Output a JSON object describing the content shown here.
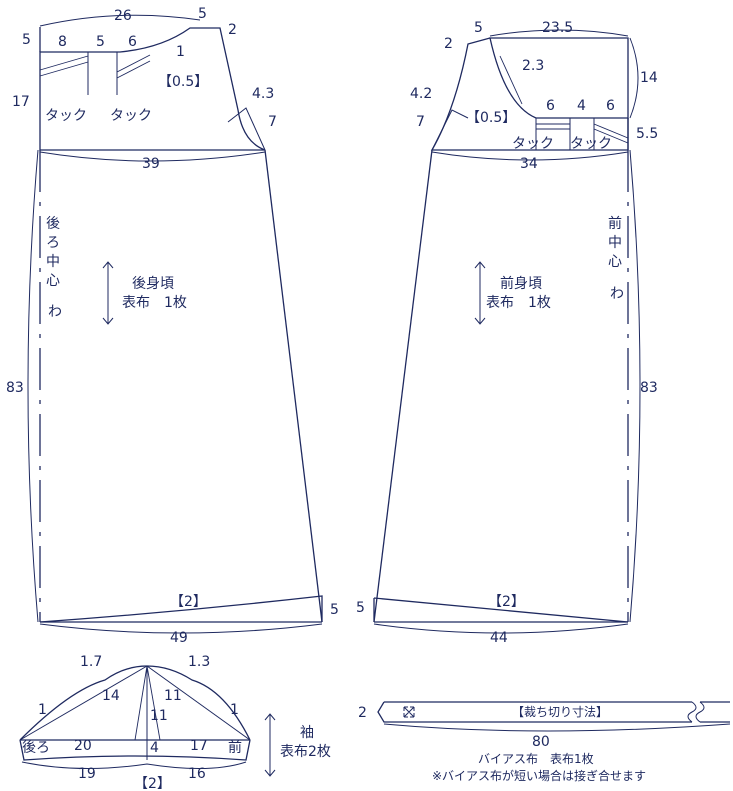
{
  "back_bodice": {
    "measurements": {
      "top_width": "26",
      "shoulder_left": "5",
      "neck_rise": "5",
      "shoulder_end": "2",
      "tuck_first": "8",
      "tuck_gap": "5",
      "tuck_second": "6",
      "neck_small": "1",
      "neck_ease": "【0.5】",
      "yoke_depth": "17",
      "armhole_curve": "4.3",
      "armhole_depth": "7",
      "yoke_width": "39",
      "length": "83",
      "hem_width": "49",
      "hem_rise": "5",
      "hem_ease": "【2】"
    },
    "tuck_labels": [
      "タック",
      "タック"
    ],
    "center_label": [
      "後",
      "ろ",
      "中",
      "心"
    ],
    "fold_label": "わ",
    "piece_name": "後身頃",
    "fabric_count": "表布　1枚"
  },
  "front_bodice": {
    "measurements": {
      "shoulder_left": "2",
      "neck_rise": "5",
      "top_width": "23.5",
      "neck_curve": "2.3",
      "side_depth": "14",
      "armhole_curve": "4.2",
      "armhole_depth": "7",
      "neck_ease": "【0.5】",
      "tuck_first": "6",
      "tuck_gap": "4",
      "tuck_second": "6",
      "tuck_end": "5.5",
      "yoke_width": "34",
      "length": "83",
      "hem_width": "44",
      "hem_rise": "5",
      "hem_ease": "【2】"
    },
    "tuck_labels": [
      "タック",
      "タック"
    ],
    "center_label": [
      "前",
      "中",
      "心"
    ],
    "fold_label": "わ",
    "piece_name": "前身頃",
    "fabric_count": "表布　1枚"
  },
  "sleeve": {
    "measurements": {
      "cap_left_curve": "1.7",
      "cap_right_curve": "1.3",
      "left_cap_line": "14",
      "right_cap_line": "11",
      "left_edge": "1",
      "right_edge": "1",
      "center_height": "11",
      "left_width": "20",
      "center_drop": "4",
      "right_width": "17",
      "bottom_left": "19",
      "bottom_ease": "【2】",
      "bottom_right": "16"
    },
    "back_label": "後ろ",
    "front_label": "前",
    "piece_name": "袖",
    "fabric_count": "表布2枚"
  },
  "bias": {
    "width": "2",
    "cut_note": "【裁ち切り寸法】",
    "length": "80",
    "piece_name": "バイアス布　表布1枚",
    "note": "※バイアス布が短い場合は接ぎ合せます"
  },
  "colors": {
    "ink": "#1f2a60",
    "background": "#ffffff"
  }
}
